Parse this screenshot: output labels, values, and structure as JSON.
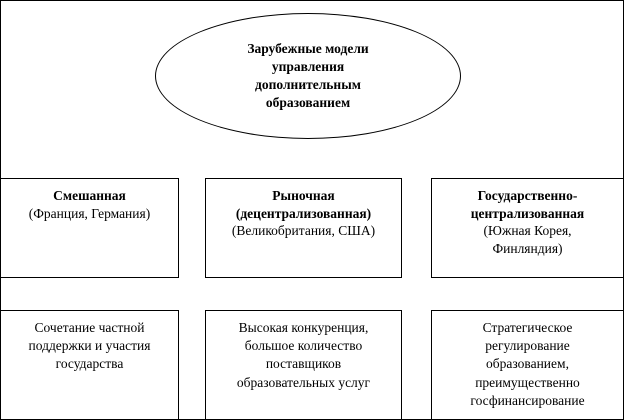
{
  "root": {
    "label": "Зарубежные модели\nуправления\nдополнительным\nобразованием"
  },
  "models": [
    {
      "title": "Смешанная",
      "subtitle": "(Франция, Германия)",
      "description": "Сочетание частной\nподдержки и участия\nгосударства"
    },
    {
      "title": "Рыночная\n(децентрализованная)",
      "subtitle": "(Великобритания, США)",
      "description": "Высокая конкуренция,\nбольшое количество\nпоставщиков\nобразовательных услуг"
    },
    {
      "title": "Государственно-\nцентрализованная",
      "subtitle": "(Южная Корея,\nФинляндия)",
      "description": "Стратегическое\nрегулирование\nобразованием,\nпреимущественно\nгосфинансирование"
    }
  ],
  "colors": {
    "border": "#000000",
    "background": "#ffffff"
  }
}
